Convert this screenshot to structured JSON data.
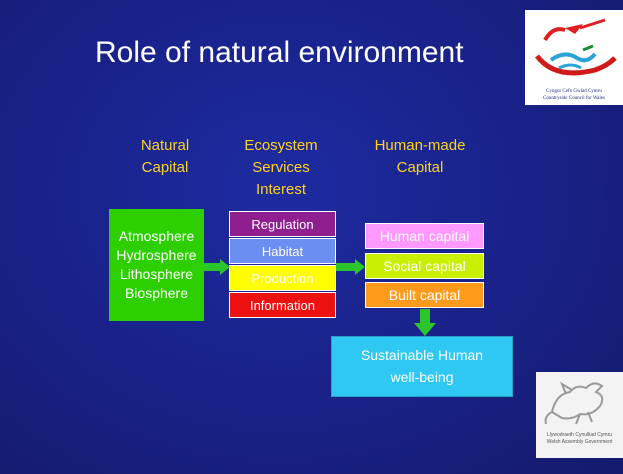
{
  "title": "Role of natural environment",
  "columns": {
    "natural": [
      "Natural",
      "Capital"
    ],
    "ecosystem": [
      "Ecosystem",
      "Services",
      "Interest"
    ],
    "human": [
      "Human-made",
      "Capital"
    ]
  },
  "natural_capital": [
    "Atmosphere",
    "Hydrosphere",
    "Lithosphere",
    "Biosphere"
  ],
  "ecosystem_services": [
    {
      "label": "Regulation",
      "color": "#8f1e8f"
    },
    {
      "label": "Habitat",
      "color": "#6b8ef2"
    },
    {
      "label": "Production",
      "color": "#ffff00"
    },
    {
      "label": "Information",
      "color": "#ee1111"
    }
  ],
  "human_capital": [
    {
      "label": "Human capital",
      "color": "#ff99ff"
    },
    {
      "label": "Social capital",
      "color": "#c8f000"
    },
    {
      "label": "Built capital",
      "color": "#ff9a1a"
    }
  ],
  "wellbeing": [
    "Sustainable Human",
    "well-being"
  ],
  "logos": {
    "ccw": [
      "Cyngor Cefn Gwlad Cymru",
      "Countryside Council for Wales"
    ],
    "wag": [
      "Llywodraeth Cynulliad Cymru",
      "Welsh Assembly Government"
    ]
  },
  "colors": {
    "arrow": "#2cc52c",
    "column_heading": "#ffd21c",
    "natural_box": "#2dcf00",
    "wellbeing_box": "#2ec8f2"
  }
}
